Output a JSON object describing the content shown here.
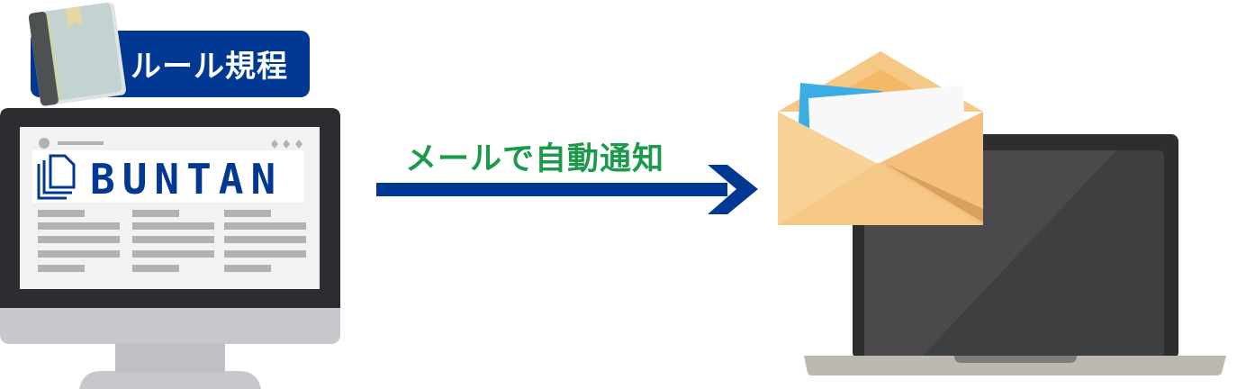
{
  "rules_badge": {
    "label": "ルール規程"
  },
  "monitor": {
    "logo_text": "BUNTAN"
  },
  "arrow": {
    "label": "メールで自動通知"
  },
  "colors": {
    "brand_blue": "#003893",
    "green": "#1a9a4a",
    "envelope": "#f6c886",
    "bezel": "#2d2c31"
  }
}
